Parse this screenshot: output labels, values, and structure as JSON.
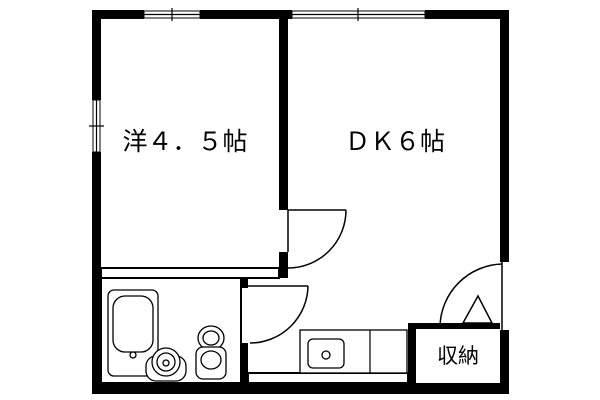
{
  "floorplan": {
    "rooms": [
      {
        "label": "洋４．５帖"
      },
      {
        "label": "ＤＫ６帖"
      },
      {
        "label": "収納"
      }
    ]
  }
}
